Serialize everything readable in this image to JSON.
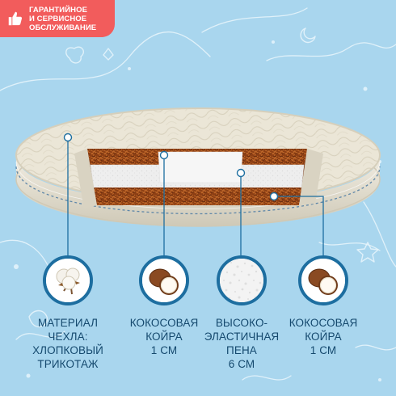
{
  "badge": {
    "icon": "thumbs-up-icon",
    "line1": "ГАРАНТИЙНОЕ",
    "line2": "И СЕРВИСНОЕ",
    "line3": "ОБСЛУЖИВАНИЕ",
    "color": "#f25c5c"
  },
  "colors": {
    "background": "#a9d6ee",
    "accent_blue": "#1d6ea0",
    "label_text": "#15496e",
    "coconut": "#9b4a1c",
    "foam": "#f2f2f2",
    "cover": "#e9e4d6"
  },
  "features": [
    {
      "icon": "cotton-icon",
      "lines": [
        "МАТЕРИАЛ ЧЕХЛА:",
        "ХЛОПКОВЫЙ",
        "ТРИКОТАЖ"
      ]
    },
    {
      "icon": "coconut-icon",
      "lines": [
        "КОКОСОВАЯ",
        "КОЙРА",
        "1 СМ"
      ]
    },
    {
      "icon": "foam-texture-icon",
      "lines": [
        "ВЫСОКО-",
        "ЭЛАСТИЧНАЯ",
        "ПЕНА",
        "6 СМ"
      ]
    },
    {
      "icon": "coconut-icon",
      "lines": [
        "КОКОСОВАЯ",
        "КОЙРА",
        "1 СМ"
      ]
    }
  ]
}
